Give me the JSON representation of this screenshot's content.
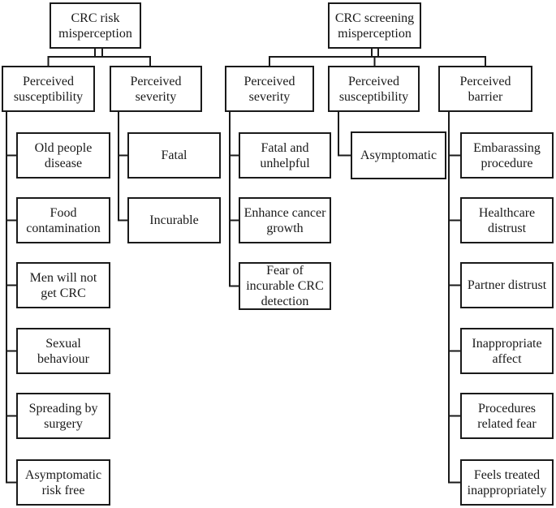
{
  "figure": {
    "type": "tree-diagram",
    "colors": {
      "line": "#1a1a1a",
      "background": "#ffffff",
      "text": "#1a1a1a"
    },
    "trees": [
      {
        "root_label": "CRC risk\nmisperception",
        "categories": [
          {
            "label": "Perceived\nsusceptibility",
            "items": [
              "Old people\ndisease",
              "Food\ncontamination",
              "Men will not\nget CRC",
              "Sexual\nbehaviour",
              "Spreading by\nsurgery",
              "Asymptomatic\nrisk free"
            ]
          },
          {
            "label": "Perceived\nseverity",
            "items": [
              "Fatal",
              "Incurable"
            ]
          }
        ]
      },
      {
        "root_label": "CRC screening\nmisperception",
        "categories": [
          {
            "label": "Perceived\nseverity",
            "items": [
              "Fatal and\nunhelpful",
              "Enhance cancer\ngrowth",
              "Fear of\nincurable CRC\ndetection"
            ]
          },
          {
            "label": "Perceived\nsusceptibility",
            "items": [
              "Asymptomatic"
            ]
          },
          {
            "label": "Perceived\nbarrier",
            "items": [
              "Embarassing\nprocedure",
              "Healthcare\ndistrust",
              "Partner distrust",
              "Inappropriate\naffect",
              "Procedures\nrelated fear",
              "Feels treated\ninappropriately"
            ]
          }
        ]
      }
    ]
  }
}
